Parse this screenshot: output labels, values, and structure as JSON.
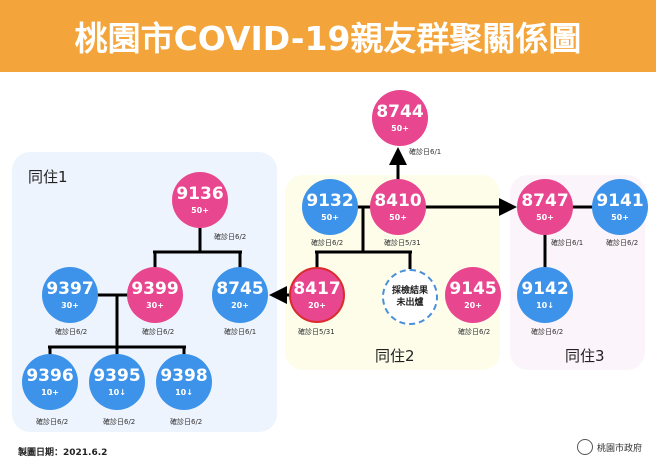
{
  "title": "桃園市COVID-19親友群聚關係圖",
  "groups": {
    "g1": "同住1",
    "g2": "同住2",
    "g3": "同住3"
  },
  "colors": {
    "header": "#f3a43a",
    "pink": "#e8468f",
    "blue": "#3d93ea"
  },
  "nodes": {
    "n9136": {
      "id": "9136",
      "age": "50+",
      "date": "確診日6/2"
    },
    "n9399": {
      "id": "9399",
      "age": "30+",
      "date": "確診日6/2"
    },
    "n8745": {
      "id": "8745",
      "age": "20+",
      "date": "確診日6/1"
    },
    "n9397": {
      "id": "9397",
      "age": "30+",
      "date": "確診日6/2"
    },
    "n9396": {
      "id": "9396",
      "age": "10+",
      "date": "確診日6/2"
    },
    "n9395": {
      "id": "9395",
      "age": "10↓",
      "date": "確診日6/2"
    },
    "n9398": {
      "id": "9398",
      "age": "10↓",
      "date": "確診日6/2"
    },
    "n8744": {
      "id": "8744",
      "age": "50+",
      "date": "確診日6/1"
    },
    "n9132": {
      "id": "9132",
      "age": "50+",
      "date": "確診日6/2"
    },
    "n8410": {
      "id": "8410",
      "age": "50+",
      "date": "確診日5/31"
    },
    "n8417": {
      "id": "8417",
      "age": "20+",
      "date": "確診日5/31"
    },
    "pending": {
      "text": "採檢結果未出爐"
    },
    "n9145": {
      "id": "9145",
      "age": "20+",
      "date": "確診日6/2"
    },
    "n8747": {
      "id": "8747",
      "age": "50+",
      "date": "確診日6/1"
    },
    "n9141": {
      "id": "9141",
      "age": "50+",
      "date": "確診日6/2"
    },
    "n9142": {
      "id": "9142",
      "age": "10↓",
      "date": "確診日6/2"
    }
  },
  "footer": {
    "made_date": "製圖日期：2021.6.2",
    "logo_text": "桃園市政府"
  }
}
